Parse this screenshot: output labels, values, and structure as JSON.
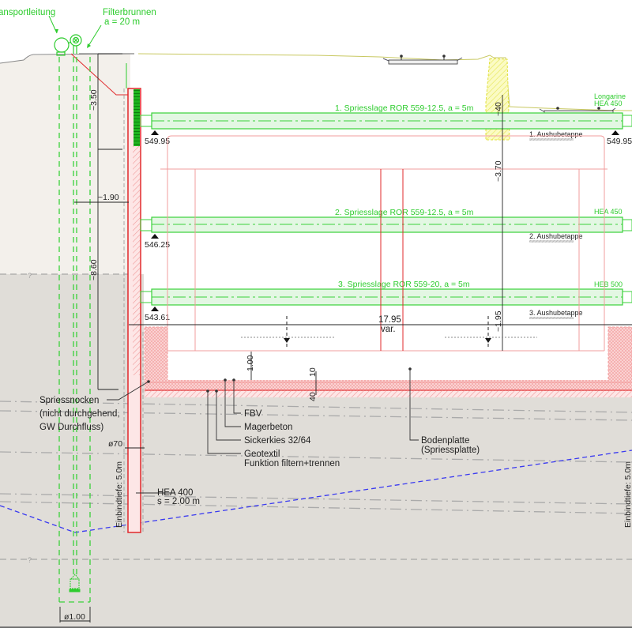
{
  "drawing": {
    "type": "excavation cross-section (Baugrube Querschnitt)",
    "colors": {
      "strut_green": "#2ecc2e",
      "strut_fill": "#e3f7e3",
      "structure_red": "#e0282b",
      "structure_light_red": "#f6a0a0",
      "soil_upper": "#f3f0eb",
      "soil_lower": "#e0ddd8",
      "groundwater_blue": "#3a3af0",
      "yellow_fill": "#f0f070",
      "dim_black": "#222222"
    }
  },
  "top_labels": {
    "transport": "ansportleitung",
    "well": "Filterbrunnen",
    "well_spacing": "a = 20 m"
  },
  "struts": [
    {
      "label": "1. Spriesslage ROR 559-12.5, a = 5m",
      "level_left": "549.95",
      "level_right": "549.95",
      "stage": "1. Aushubetappe",
      "right_profile": "Longarine",
      "right_profile_2": "HEA 450"
    },
    {
      "label": "2. Spriesslage ROR 559-12.5, a = 5m",
      "level_left": "546.25",
      "stage": "2. Aushubetappe",
      "right_profile": "HEA 450"
    },
    {
      "label": "3. Spriesslage ROR 559-20, a = 5m",
      "level_left": "543.61",
      "stage": "3. Aushubetappe",
      "right_profile": "HEB 500"
    }
  ],
  "dimensions": {
    "d350": "~3.50",
    "d190": "~1.90",
    "d860": "~8.60",
    "d40_top": "~40",
    "d370": "~3.70",
    "d195": "~1.95",
    "width": "17.95",
    "width_note": "var.",
    "d100": "1.00",
    "d10": "10",
    "d40": "40",
    "d70": "ø70",
    "d_well": "ø1.00",
    "embed_left": "Einbindtiefe: 5.0m",
    "embed_right": "Einbindtiefe: 5.0m",
    "question": "?"
  },
  "annotations": {
    "nocken_1": "Spriessnocken",
    "nocken_2": "(nicht durchgehend,",
    "nocken_3": "GW Durchfluss)",
    "fbv": "FBV",
    "magerbeton": "Magerbeton",
    "sickerkies": "Sickerkies 32/64",
    "geotextil": "Geotextil",
    "geotextil_2": "Funktion filtern+trennen",
    "boden_1": "Bodenplatte",
    "boden_2": "(Spriessplatte)",
    "hea": "HEA 400",
    "hea_spacing": "s = 2.00 m"
  }
}
